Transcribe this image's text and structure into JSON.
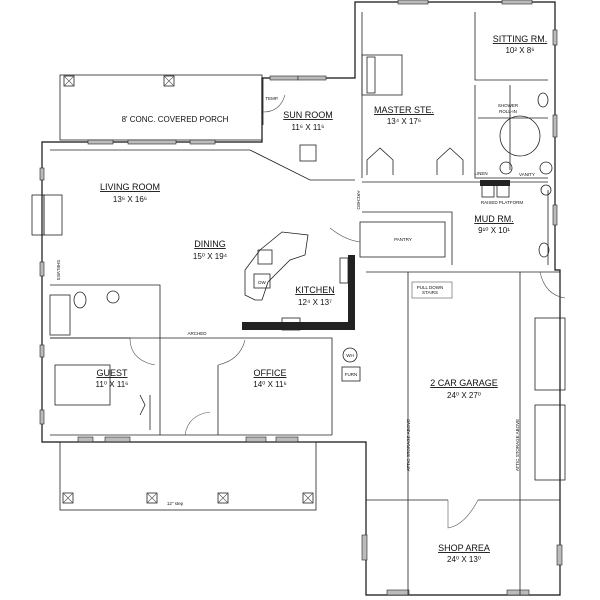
{
  "rooms": {
    "porch_top": {
      "label": "8' CONC. COVERED PORCH"
    },
    "sun_room": {
      "label": "SUN ROOM",
      "dims": "11⁶ X 11⁶"
    },
    "living_room": {
      "label": "LIVING ROOM",
      "dims": "13⁶ X 16⁶"
    },
    "dining": {
      "label": "DINING",
      "dims": "15⁰ X 19⁴"
    },
    "kitchen": {
      "label": "KITCHEN",
      "dims": "12⁴ X 13⁷"
    },
    "guest": {
      "label": "GUEST",
      "dims": "11⁰ X 11⁶"
    },
    "office": {
      "label": "OFFICE",
      "dims": "14⁰ X 11⁶"
    },
    "master_ste": {
      "label": "MASTER STE.",
      "dims": "13⁴ X 17⁶"
    },
    "sitting_rm": {
      "label": "SITTING RM.",
      "dims": "10² X 8⁶"
    },
    "mud_rm": {
      "label": "MUD RM.",
      "dims": "9¹⁰ X 10¹"
    },
    "garage": {
      "label": "2 CAR GARAGE",
      "dims": "24⁰ X 27⁰"
    },
    "shop_area": {
      "label": "SHOP AREA",
      "dims": "24⁰ X 13⁰"
    }
  },
  "notes": {
    "temp": "TEMP.",
    "shower": "SHOWER",
    "roll_in": "ROLL-IN",
    "linen": "LINEN",
    "vanity": "VANITY",
    "raised_platform": "RAISED PLATFORM",
    "pantry": "PANTRY",
    "arched_1": "ARCHED",
    "arched_2": "ARCHED",
    "shelves": "SHELVES",
    "dw": "DW",
    "pull_down": "PULL DOWN",
    "stairs": "STAIRS",
    "attic_1": "ATTIC STORAGE ABOVE",
    "attic_2": "ATTIC STORAGE ABOVE",
    "wh": "WH",
    "furn": "FURN",
    "step": "12\" step"
  }
}
